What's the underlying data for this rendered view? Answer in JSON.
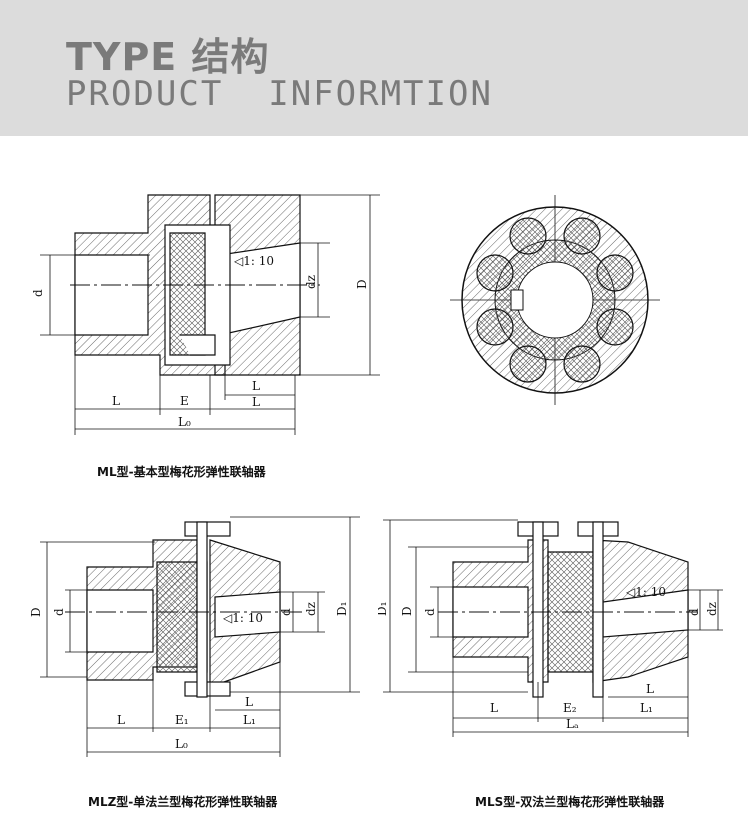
{
  "header": {
    "title": "TYPE 结构",
    "subtitle": "PRODUCT  INFORMTION"
  },
  "figures": {
    "ml": {
      "caption": "ML型-基本型梅花形弹性联轴器",
      "labels": {
        "d": "d",
        "dz": "dz",
        "D": "D",
        "taper": "◁1: 10",
        "L_left": "L",
        "E": "E",
        "L_top": "L",
        "L_right": "L",
        "L0": "L₀"
      }
    },
    "mlz": {
      "caption": "MLZ型-单法兰型梅花形弹性联轴器",
      "labels": {
        "D": "D",
        "d": "d",
        "d_right": "d",
        "dz": "dz",
        "D1": "D₁",
        "taper": "◁1: 10",
        "L_left": "L",
        "E1": "E₁",
        "L_top": "L",
        "L1": "L₁",
        "L0": "L₀"
      }
    },
    "mls": {
      "caption": "MLS型-双法兰型梅花形弹性联轴器",
      "labels": {
        "D1": "D₁",
        "D": "D",
        "d": "d",
        "d_right": "d",
        "dz": "dz",
        "taper": "◁1: 10",
        "L": "L",
        "E2": "E₂",
        "L1": "L₁",
        "L_right": "L",
        "La": "Lₐ"
      }
    }
  }
}
